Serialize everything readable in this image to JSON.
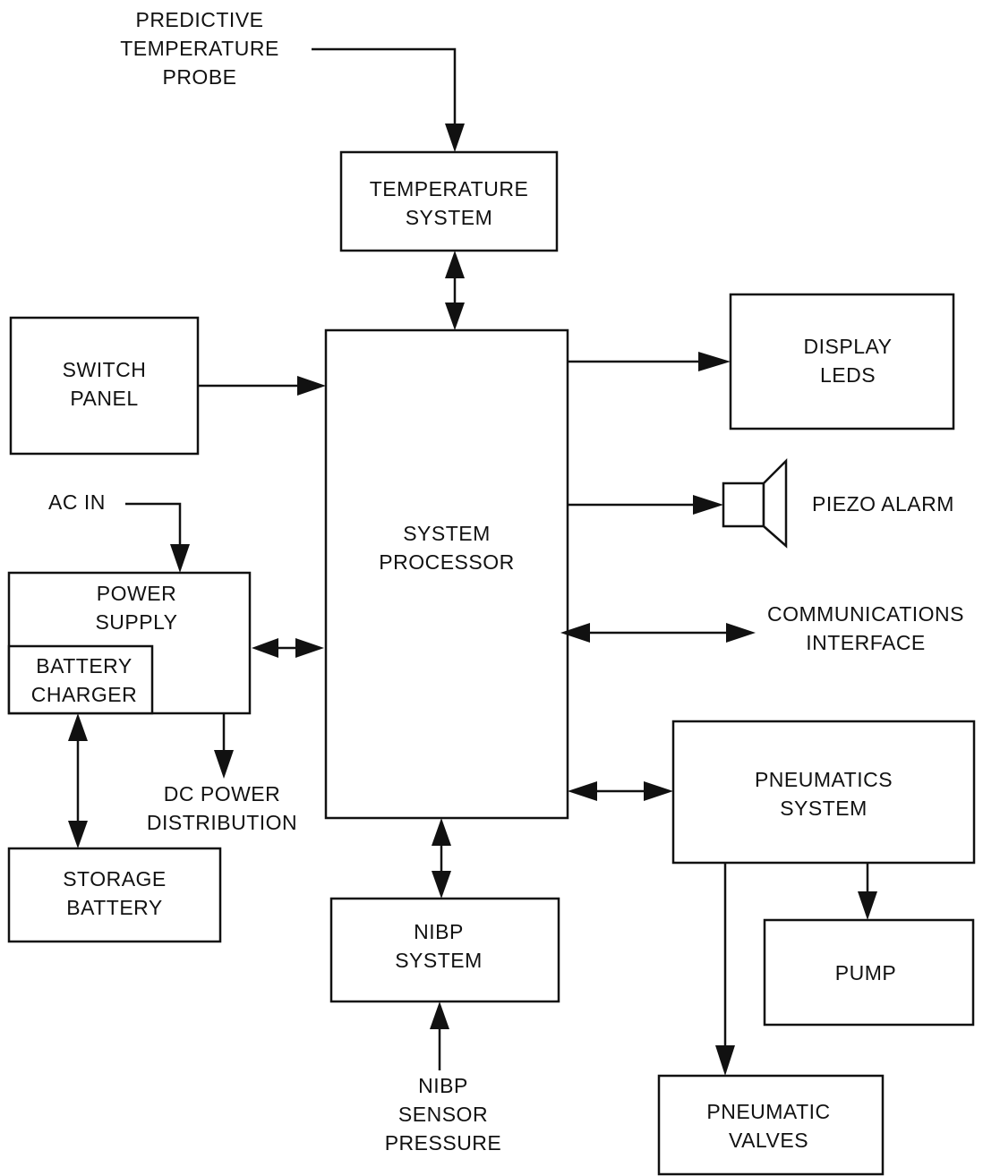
{
  "blocks": {
    "temperature_system": [
      "TEMPERATURE",
      "SYSTEM"
    ],
    "switch_panel": [
      "SWITCH",
      "PANEL"
    ],
    "system_processor": [
      "SYSTEM",
      "PROCESSOR"
    ],
    "display_leds": [
      "DISPLAY",
      "LEDS"
    ],
    "power_supply": [
      "POWER",
      "SUPPLY"
    ],
    "battery_charger": [
      "BATTERY",
      "CHARGER"
    ],
    "storage_battery": [
      "STORAGE",
      "BATTERY"
    ],
    "nibp_system": [
      "NIBP",
      "SYSTEM"
    ],
    "pneumatics_system": [
      "PNEUMATICS",
      "SYSTEM"
    ],
    "pump": [
      "PUMP"
    ],
    "pneumatic_valves": [
      "PNEUMATIC",
      "VALVES"
    ]
  },
  "external": {
    "probe": [
      "PREDICTIVE",
      "TEMPERATURE",
      "PROBE"
    ],
    "ac_in": "AC IN",
    "piezo_alarm": "PIEZO ALARM",
    "communications": [
      "COMMUNICATIONS",
      "INTERFACE"
    ],
    "dc_power": [
      "DC POWER",
      "DISTRIBUTION"
    ],
    "nibp_sensor": [
      "NIBP",
      "SENSOR",
      "PRESSURE"
    ]
  }
}
